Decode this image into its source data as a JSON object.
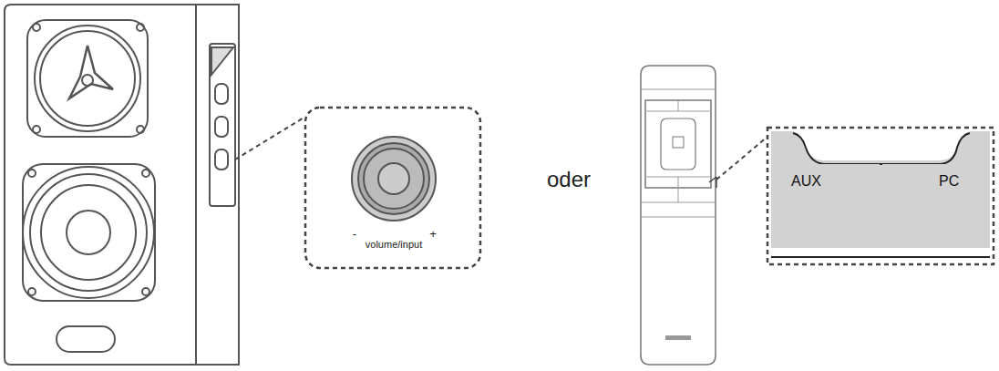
{
  "diagram": {
    "nodes": [
      {
        "text": [
          "AUX"
        ]
      },
      {
        "text": [
          "PC"
        ]
      }
    ],
    "labels": [
      "volume/input",
      "-",
      "+",
      "oder"
    ]
  }
}
